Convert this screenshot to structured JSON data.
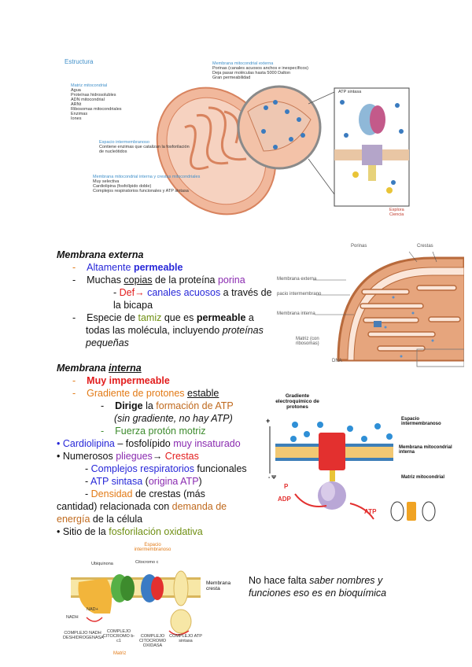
{
  "figure_top": {
    "title": "Estructura",
    "matriz_title": "Matriz mitocondrial",
    "matriz_items": [
      "Agua",
      "Proteínas hidrosolubles",
      "ADN mitocondrial",
      "ARNt",
      "Ribosomas mitocondriales",
      "Enzimas",
      "Iones"
    ],
    "externa_title": "Membrana mitocondrial externa",
    "externa_items": [
      "Porinas (canales acuosos anchos e inespecíficos)",
      "Deja pasar moléculas hasta 5000 Dalton",
      "Gran permeabilidad"
    ],
    "espacio_title": "Espacio intermembranoso",
    "espacio_items": [
      "Contiene enzimas que catalizan la fosforilación de nucleótidos"
    ],
    "interna_title": "Membrana mitocondrial interna y crestas mitocondriales",
    "interna_items": [
      "Muy selectiva",
      "Cardiolipina (fosfolípido doble)",
      "Complejos respiratorios funcionales y ATP sintasa"
    ],
    "atp_label": "ATP sintasa",
    "logo_text": "Explora Ciencia"
  },
  "figure_right": {
    "labels": [
      "Porinas",
      "Crestas",
      "Membrana externa",
      "pacio intermembrano",
      "Membrana interna",
      "Matriz (con ribosomas)",
      "DNA"
    ]
  },
  "figure_gradient": {
    "title": "Gradiente electroquímico de protones",
    "espacio": "Espacio intermembranoso",
    "membrana": "Membrana mitocondrial interna",
    "matriz": "Matriz mitocondrial",
    "plus": "+",
    "minus": "- Ψ",
    "p": "P",
    "adp": "ADP",
    "atp": "ATP"
  },
  "figure_chain": {
    "top": "Espacio intermembranoso",
    "ubiquinona": "Ubiquinona",
    "citocromo": "Citocromo c",
    "membrana": "Membrana cresta",
    "nadh": "NADH",
    "nad": "NAD+",
    "c1": "COMPLEJO NADH DESHIDROGENASA",
    "c2": "COMPLEJO CITOCROMO b-c1",
    "c3": "COMPLEJO CITOCROMO OXIDASA",
    "c4": "COMPLEJO ATP sintasa",
    "matriz": "Matriz"
  },
  "externa": {
    "heading": "Membrana externa",
    "b1_text": "Altamente ",
    "b1_bold": "permeable",
    "b2_pre": "Muchas ",
    "b2_copias": "copias",
    "b2_mid": " de la proteína ",
    "b2_porina": "porina",
    "b3_def": "Def→ ",
    "b3_canales": "canales acuosos",
    "b3_rest1": " a través de",
    "b3_rest2": "la bicapa",
    "b4_pre": "Especie de ",
    "b4_tamiz": "tamiz",
    "b4_mid": " que es ",
    "b4_perm": "permeable",
    "b4_post": " a",
    "b4_l2": "todas las molécula, incluyendo ",
    "b4_l2i": "proteínas",
    "b4_l3i": "pequeñas"
  },
  "interna": {
    "heading_pre": "Membrana ",
    "heading_u": "interna",
    "b1_muy": "Muy ",
    "b1_imp": "impermeable",
    "b2_grad": "Gradiente de protones ",
    "b2_est": "estable",
    "s1_dirige": "Dirige",
    "s1_la": " la ",
    "s1_form": "formación de ATP",
    "s1_paren": "(sin gradiente, no hay ATP)",
    "s2_fuerza": "Fuerza protón motriz",
    "c_card": "Cardiolipina",
    "c_fosfo": " – fosfolípido ",
    "c_ins": "muy insaturado",
    "n_pre": "• Numerosos ",
    "n_pl": "pliegues",
    "n_arrow": "→ ",
    "n_cr": "Crestas",
    "cx_dash": "- ",
    "cx_comp": "Complejos respiratorios",
    "cx_func": " funcionales",
    "atp_dash": "- ",
    "atp_s": "ATP sintasa",
    "atp_p1": " (",
    "atp_or": "origina ATP",
    "atp_p2": ")",
    "den_dash": "- ",
    "den_d": "Densidad",
    "den_rest": " de crestas (más",
    "den_l2a": "cantidad) relacionada con ",
    "den_l2b": "demanda de",
    "den_l3a": "energía",
    "den_l3b": " de la célula",
    "sitio_pre": "• Sitio de la ",
    "sitio_f": "fosforilación oxidativa"
  },
  "note": {
    "l1a": "No hace falta ",
    "l1b": "saber nombres y",
    "l2": "funciones eso es en bioquímica"
  }
}
